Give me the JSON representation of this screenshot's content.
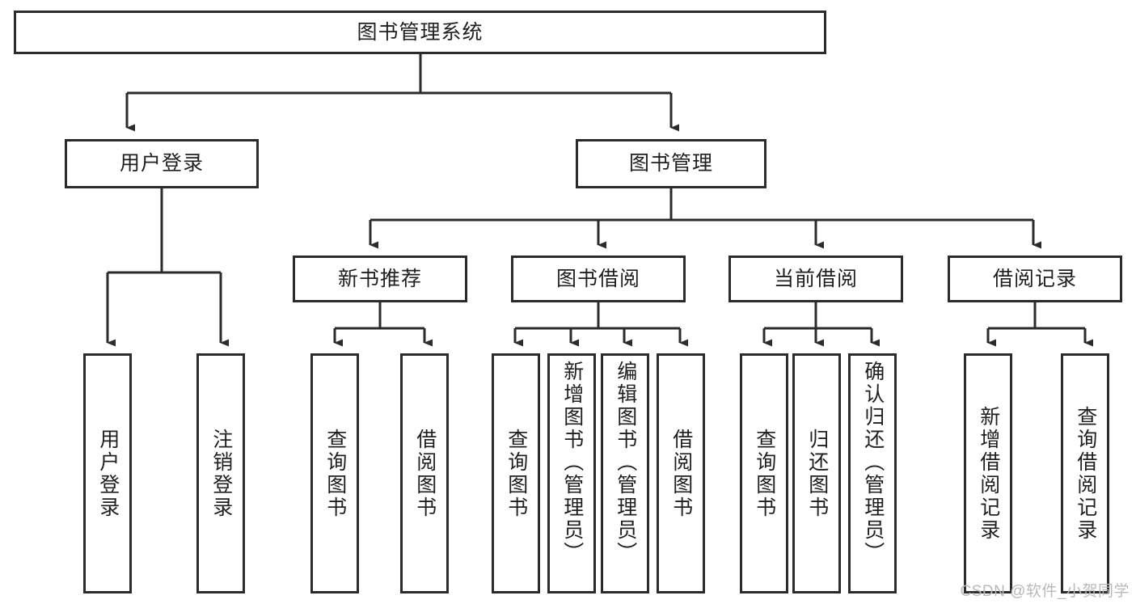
{
  "diagram": {
    "type": "tree-hierarchy-chart",
    "title": "图书管理系统",
    "watermark": "CSDN @软件_小贺同学",
    "colors": {
      "box_stroke": "#2b2b2b",
      "box_fill": "#ffffff",
      "edge": "#2b2b2b",
      "text": "#1f1f1f",
      "watermark": "#b9b9b9",
      "background": "#ffffff"
    },
    "nodes": {
      "root": {
        "label": "图书管理系统",
        "level": 0
      },
      "level1": [
        {
          "id": "user-login",
          "label": "用户登录"
        },
        {
          "id": "book-management",
          "label": "图书管理"
        }
      ],
      "level2": [
        {
          "id": "new-book-recommend",
          "label": "新书推荐"
        },
        {
          "id": "book-borrow",
          "label": "图书借阅"
        },
        {
          "id": "current-borrow",
          "label": "当前借阅"
        },
        {
          "id": "borrow-record",
          "label": "借阅记录"
        }
      ],
      "leaves": [
        {
          "id": "leaf-user-login",
          "label": "用户登录",
          "parent": "user-login"
        },
        {
          "id": "leaf-logout-login",
          "label": "注销登录",
          "parent": "user-login"
        },
        {
          "id": "leaf-query-book-1",
          "label": "查询图书",
          "parent": "new-book-recommend"
        },
        {
          "id": "leaf-borrow-book-1",
          "label": "借阅图书",
          "parent": "new-book-recommend"
        },
        {
          "id": "leaf-query-book-2",
          "label": "查询图书",
          "parent": "book-borrow"
        },
        {
          "id": "leaf-add-book",
          "label": "新增图书（管理员）",
          "parent": "book-borrow"
        },
        {
          "id": "leaf-edit-book",
          "label": "编辑图书（管理员）",
          "parent": "book-borrow"
        },
        {
          "id": "leaf-borrow-book-2",
          "label": "借阅图书",
          "parent": "book-borrow"
        },
        {
          "id": "leaf-query-book-3",
          "label": "查询图书",
          "parent": "current-borrow"
        },
        {
          "id": "leaf-return-book",
          "label": "归还图书",
          "parent": "current-borrow"
        },
        {
          "id": "leaf-confirm-return",
          "label": "确认归还（管理员）",
          "parent": "current-borrow"
        },
        {
          "id": "leaf-add-record",
          "label": "新增借阅记录",
          "parent": "borrow-record"
        },
        {
          "id": "leaf-query-record",
          "label": "查询借阅记录",
          "parent": "borrow-record"
        }
      ]
    }
  }
}
